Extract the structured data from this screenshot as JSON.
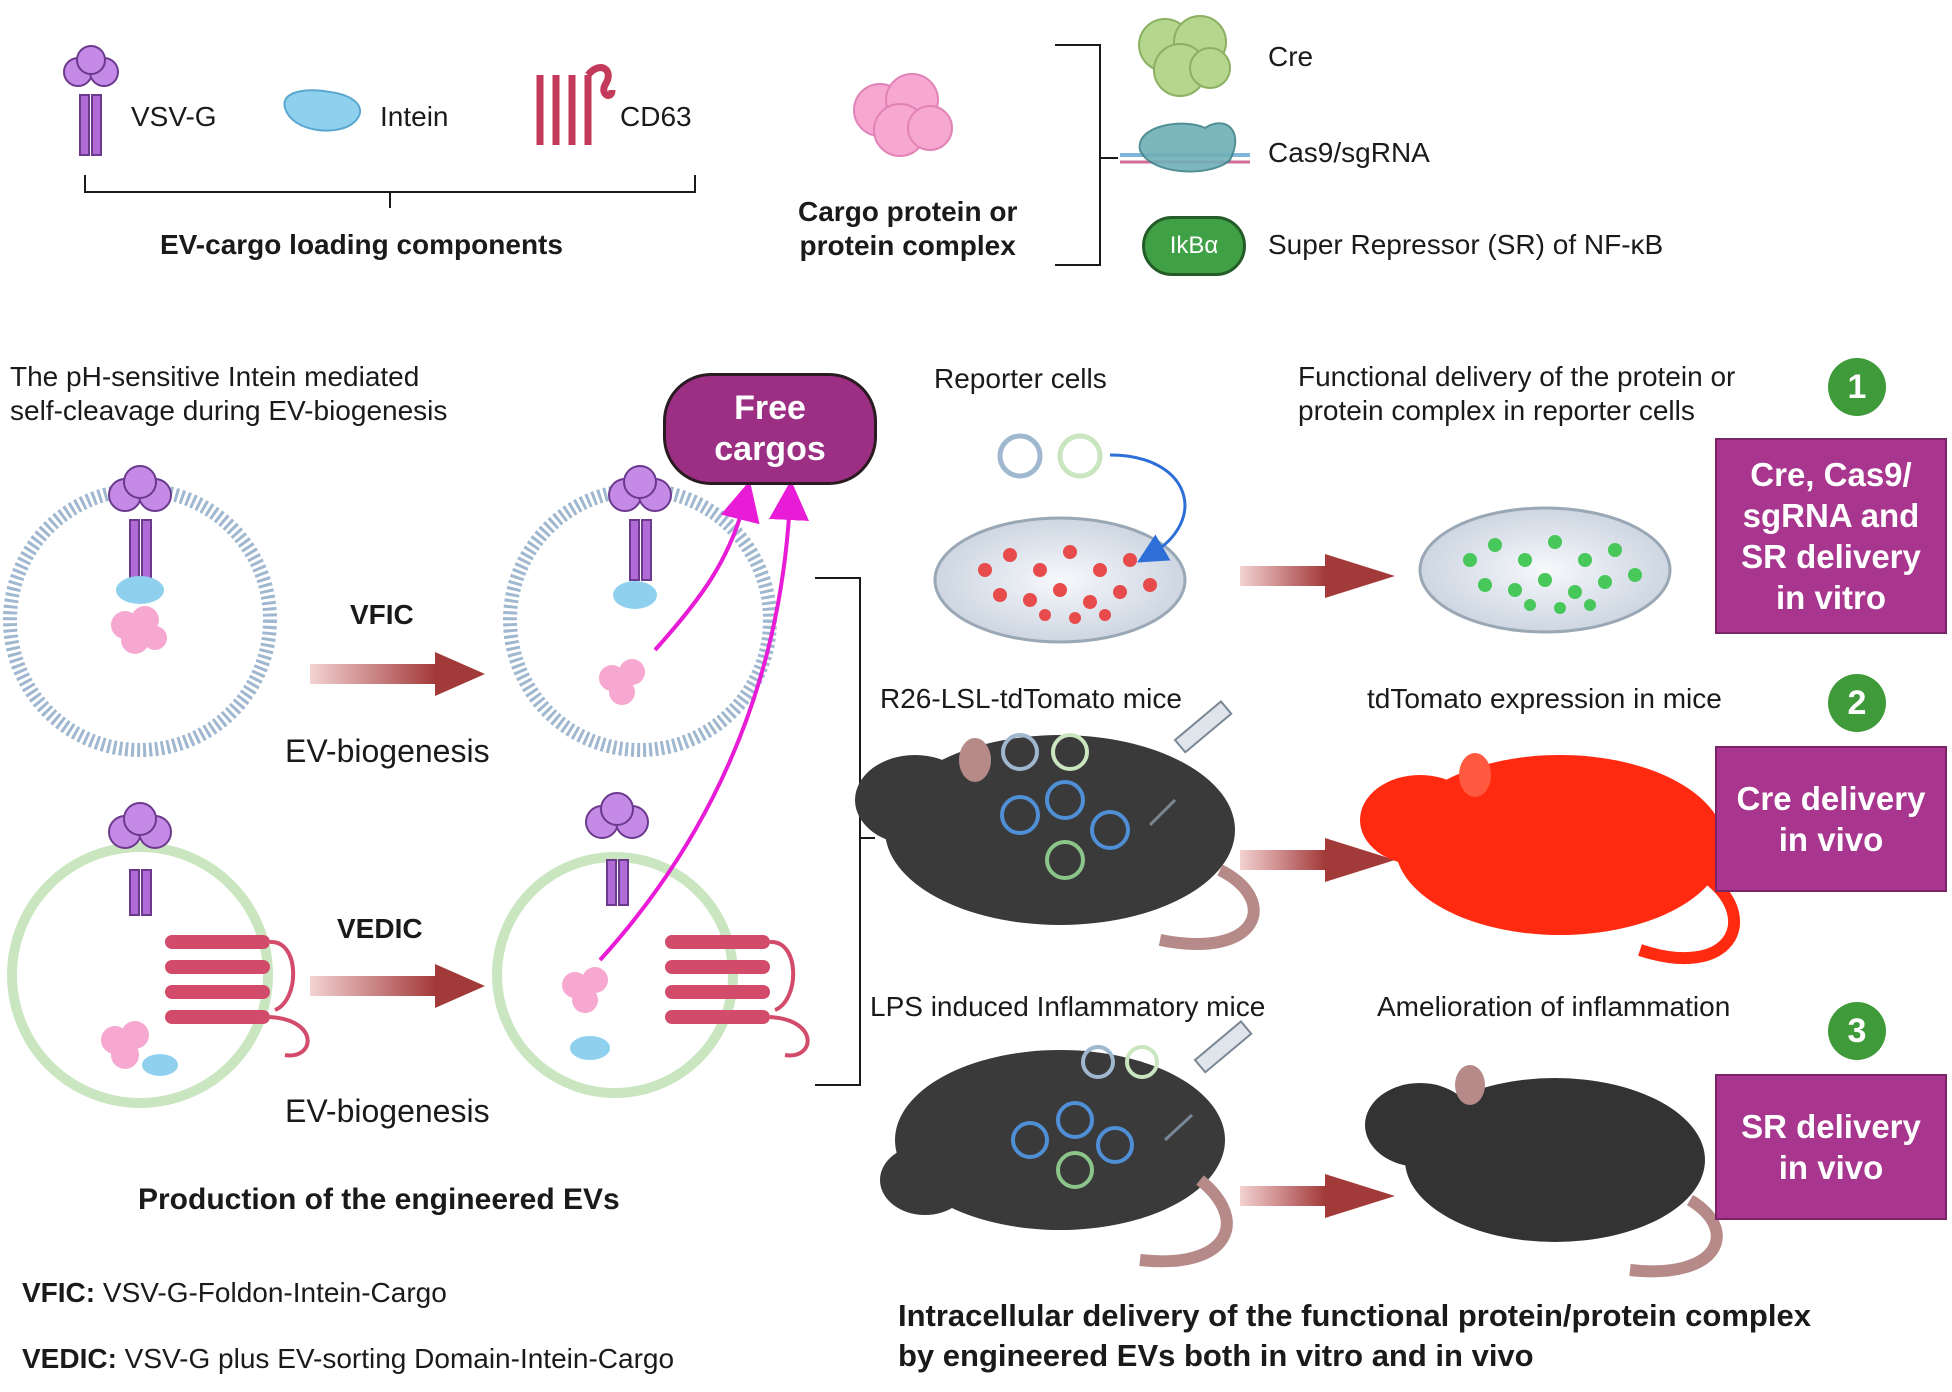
{
  "components": {
    "vsvg": "VSV-G",
    "intein": "Intein",
    "cd63": "CD63",
    "title": "EV-cargo loading components"
  },
  "cargo": {
    "label_line1": "Cargo protein or",
    "label_line2": "protein complex",
    "cre": "Cre",
    "cas9": "Cas9/sgRNA",
    "ikb_badge": "IkBα",
    "sr": "Super Repressor (SR) of NF-κB"
  },
  "production": {
    "intro_line1": "The pH-sensitive Intein mediated",
    "intro_line2": "self-cleavage during EV-biogenesis",
    "free_line1": "Free",
    "free_line2": "cargos",
    "vfic": "VFIC",
    "vedic": "VEDIC",
    "biogenesis_1": "EV-biogenesis",
    "biogenesis_2": "EV-biogenesis",
    "title": "Production of the engineered EVs",
    "vfic_abbr": "VFIC:",
    "vfic_def": " VSV-G-Foldon-Intein-Cargo",
    "vedic_abbr": "VEDIC:",
    "vedic_def": " VSV-G plus EV-sorting Domain-Intein-Cargo"
  },
  "delivery": {
    "reporter_cells": "Reporter cells",
    "functional_line1": "Functional delivery of the protein or",
    "functional_line2": "protein complex in reporter cells",
    "num1": "1",
    "box1_l1": "Cre, Cas9/",
    "box1_l2": "sgRNA and",
    "box1_l3": "SR delivery",
    "box1_l4": "in vitro",
    "r26": "R26-LSL-tdTomato mice",
    "tdtomato": "tdTomato expression in mice",
    "num2": "2",
    "box2_l1": "Cre delivery",
    "box2_l2": "in vivo",
    "lps": "LPS induced Inflammatory mice",
    "amelioration": "Amelioration of inflammation",
    "num3": "3",
    "box3_l1": "SR delivery",
    "box3_l2": "in vivo",
    "title_line1": "Intracellular delivery of the functional protein/protein complex",
    "title_line2": "by engineered EVs both in vitro and in vivo"
  },
  "colors": {
    "purple_box": "#a8368e",
    "green_badge": "#3f9a3a",
    "arrow": "#a33a3a",
    "magenta_arrow": "#e81bd6",
    "vsvg": "#b06bd6",
    "intein": "#8fd0ef",
    "cd63": "#d24b6a",
    "cargo_pink": "#f6a8d0"
  }
}
